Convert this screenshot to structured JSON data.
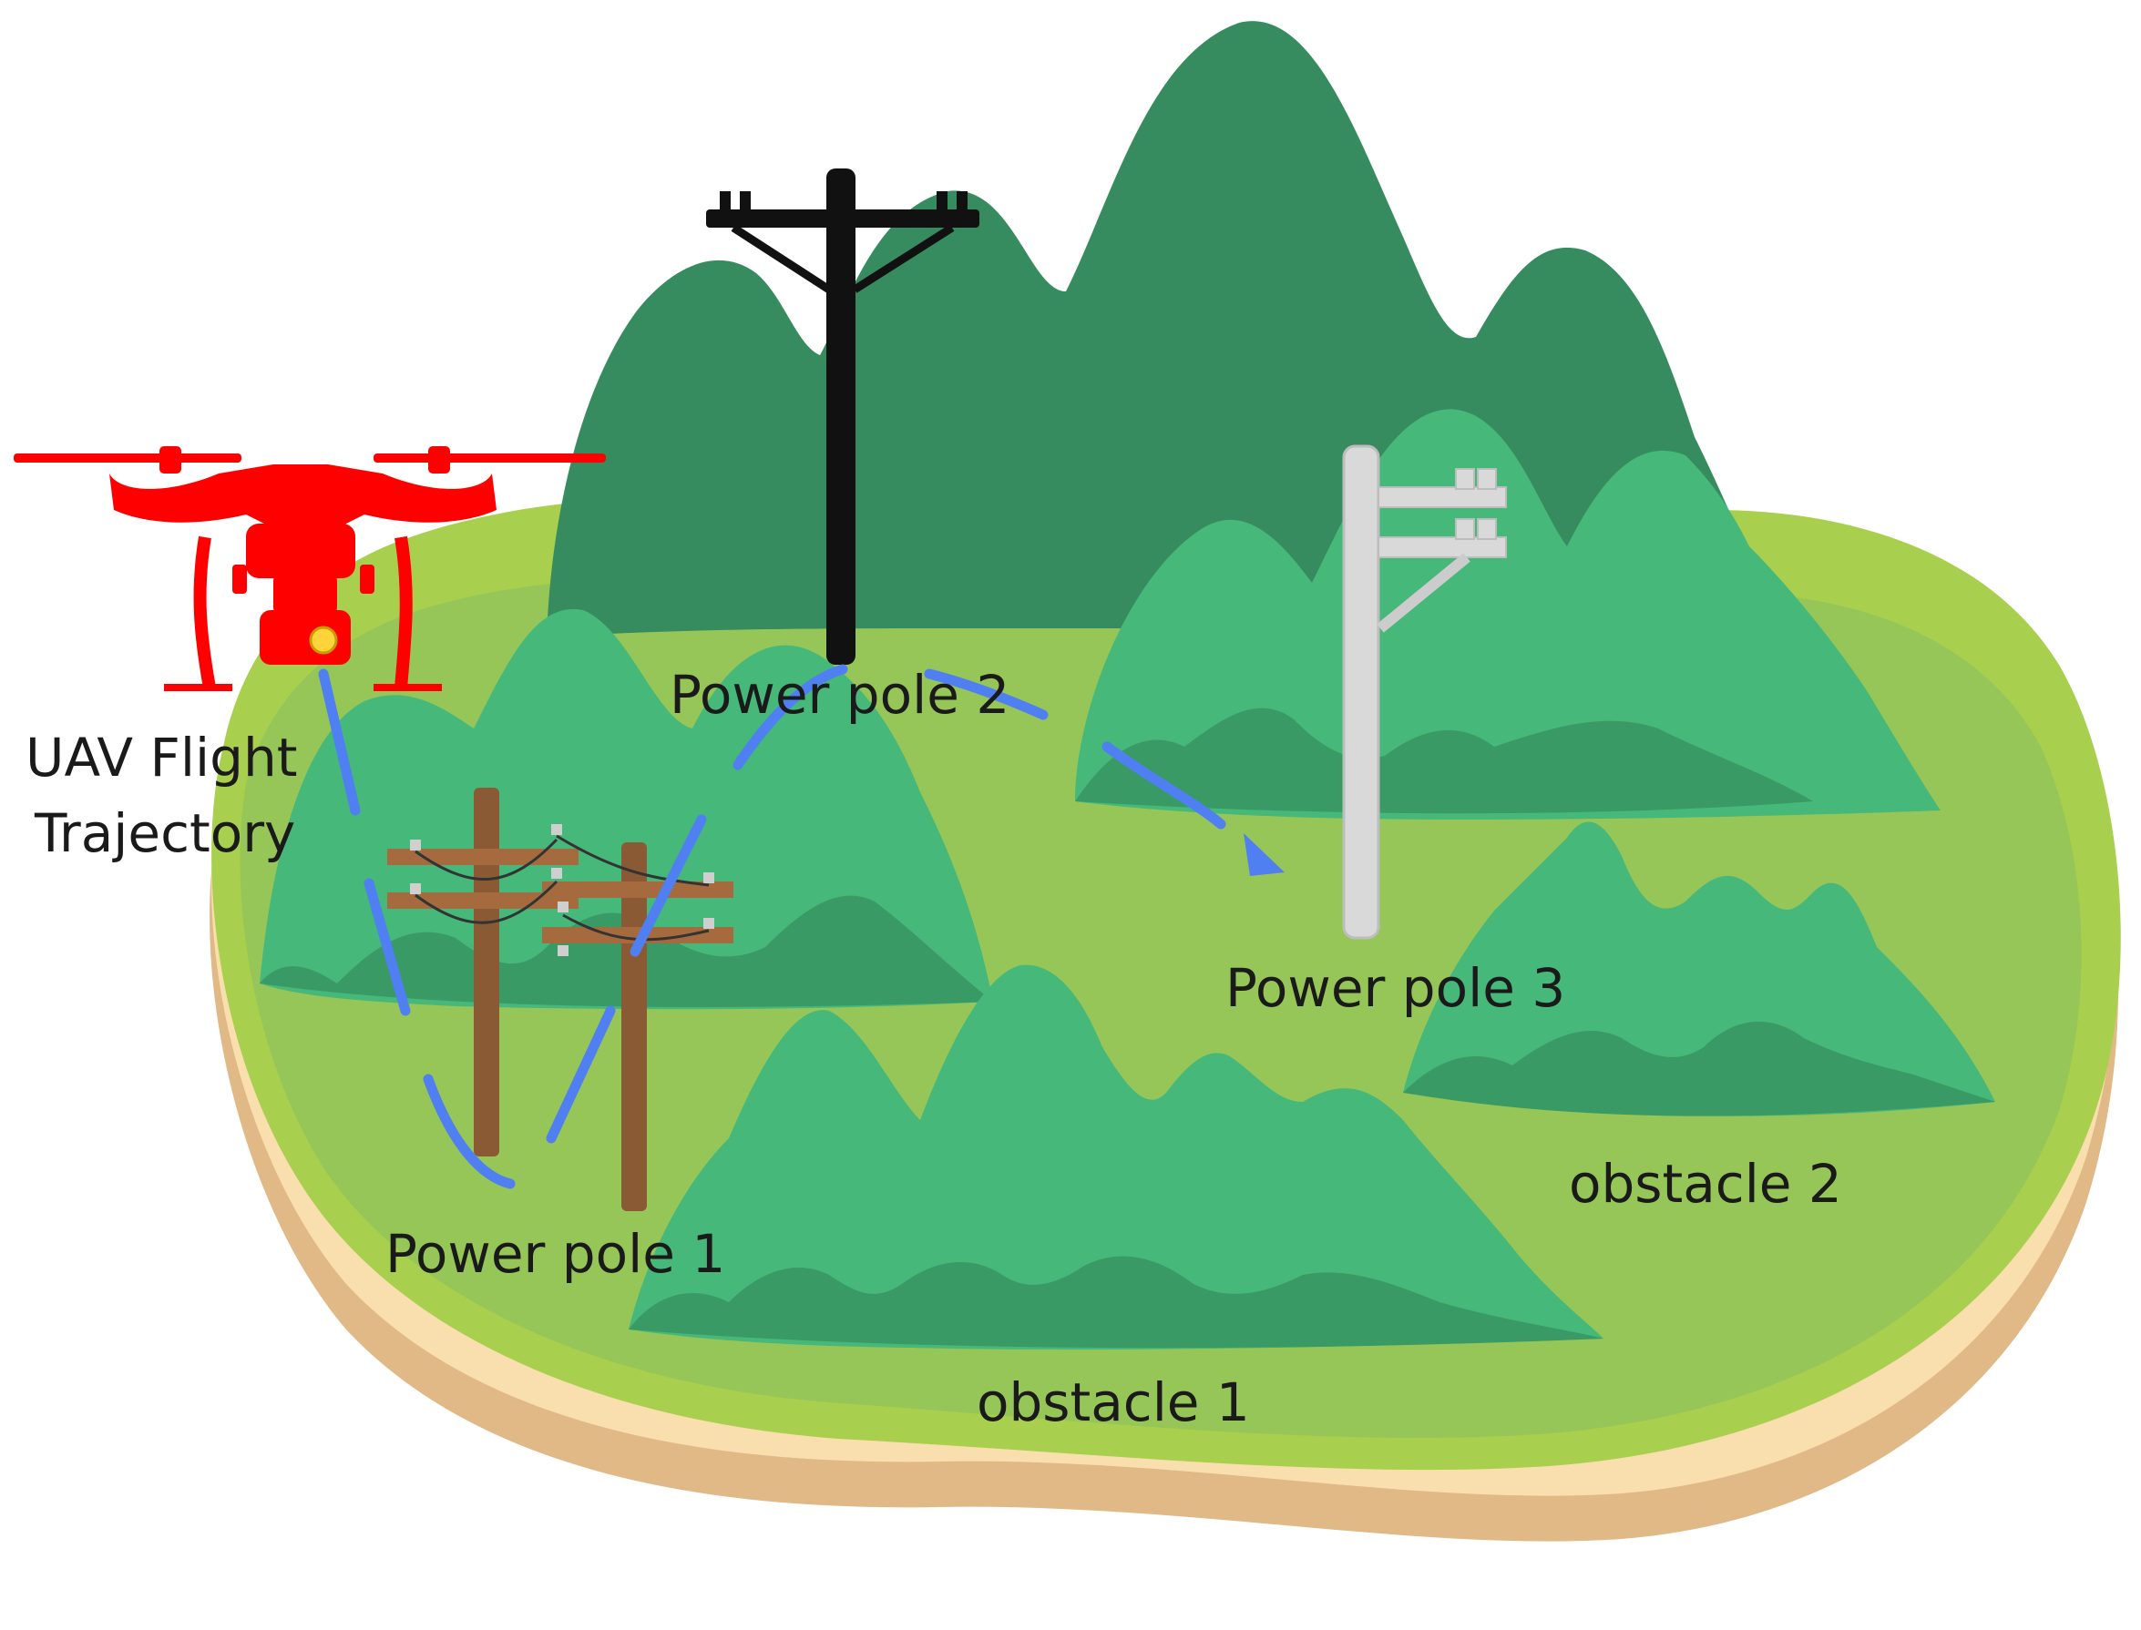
{
  "labels": {
    "uav_line1": "UAV Flight",
    "uav_line2": "Trajectory",
    "pole1": "Power pole 1",
    "pole2": "Power pole 2",
    "pole3": "Power pole 3",
    "obstacle1": "obstacle 1",
    "obstacle2": "obstacle 2"
  },
  "colors": {
    "drone": "#ff0000",
    "trajectory": "#4f7ff0",
    "grass": "#a9cf4e",
    "grass_inner": "#94c45a",
    "soil_light": "#f9dfae",
    "soil_dark": "#e0b986",
    "mountain_dark": "#368c5e",
    "mountain_mid": "#45b87a",
    "mountain_shadow": "#3a9a66",
    "pole_black": "#111111",
    "pole_wood": "#8a5a35",
    "pole_white": "#d9d9d9"
  },
  "icons": [
    "quadcopter-drone-icon",
    "wooden-power-pole-icon",
    "black-power-pole-icon",
    "white-power-pole-icon",
    "arrowhead-icon"
  ]
}
